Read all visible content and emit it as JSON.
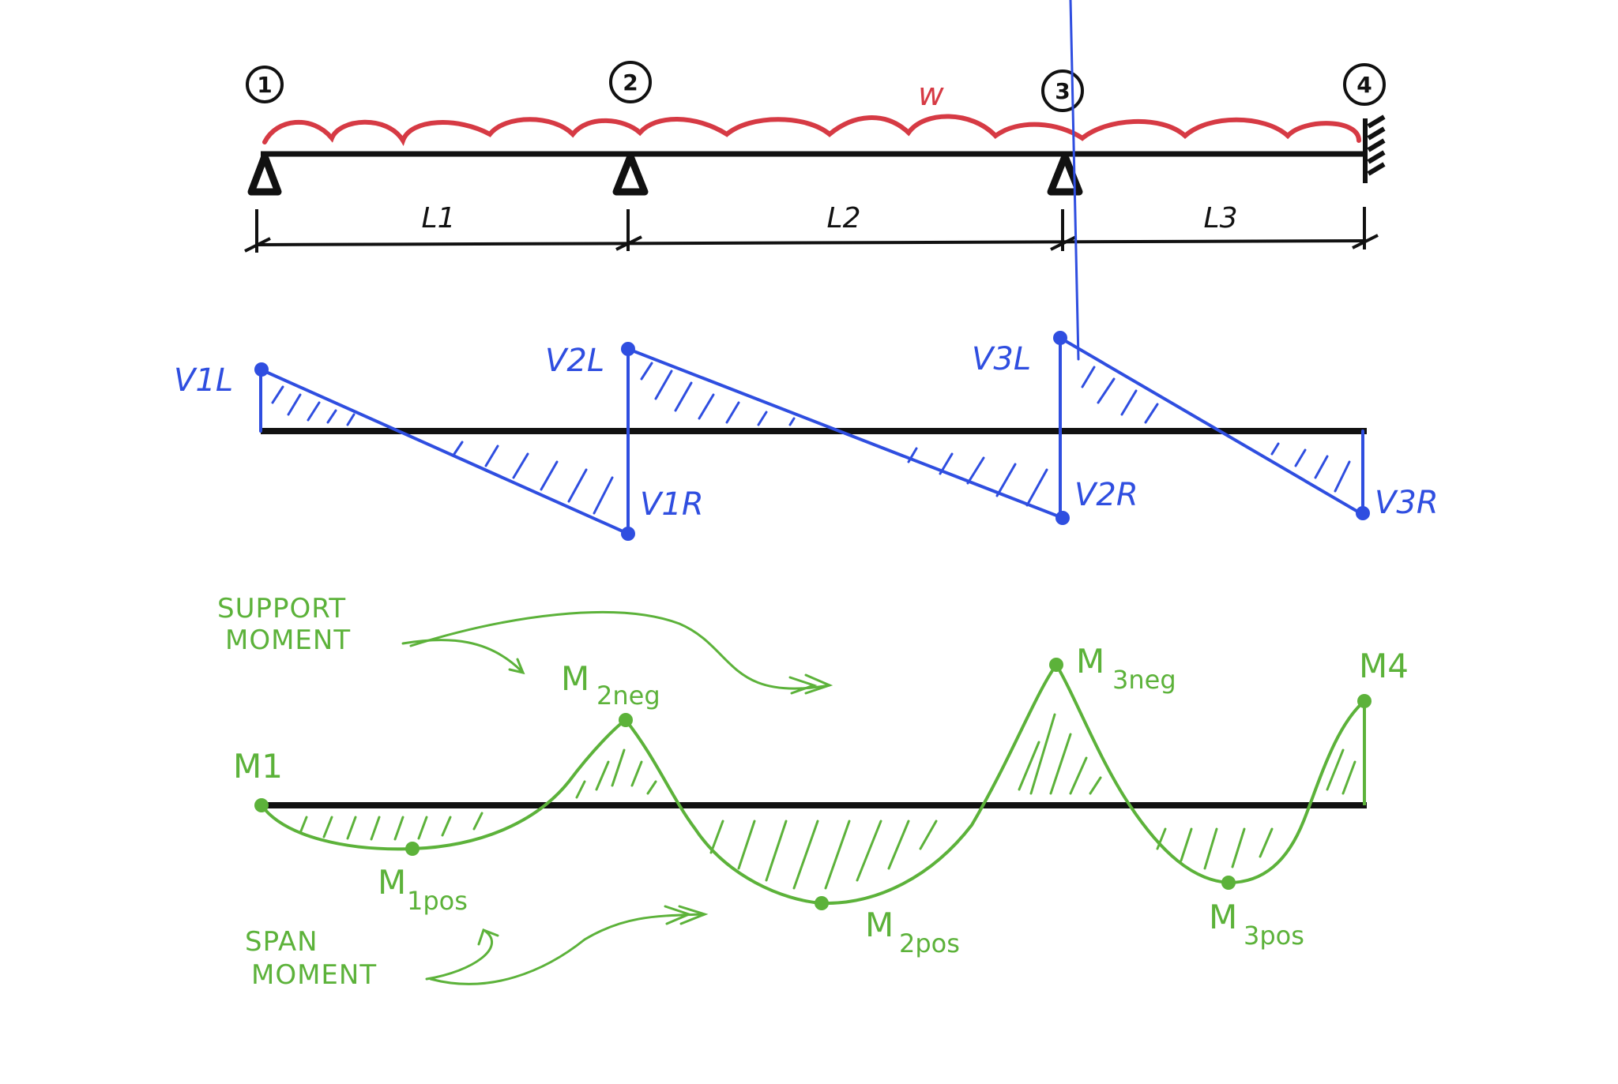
{
  "beam": {
    "nodes": [
      "1",
      "2",
      "3",
      "4"
    ],
    "spans": [
      "L1",
      "L2",
      "L3"
    ],
    "load_label": "w",
    "supports": [
      "pin",
      "pin",
      "pin",
      "fixed"
    ]
  },
  "shear": {
    "labels": {
      "v1l": "V1L",
      "v1r": "V1R",
      "v2l": "V2L",
      "v2r": "V2R",
      "v3l": "V3L",
      "v3r": "V3R"
    }
  },
  "moment": {
    "labels": {
      "m1": "M1",
      "m1pos_main": "M",
      "m1pos_sub": "1pos",
      "m2neg_main": "M",
      "m2neg_sub": "2neg",
      "m2pos_main": "M",
      "m2pos_sub": "2pos",
      "m3neg_main": "M",
      "m3neg_sub": "3neg",
      "m3pos_main": "M",
      "m3pos_sub": "3pos",
      "m4": "M4"
    },
    "notes": {
      "support_line1": "SUPPORT",
      "support_line2": "MOMENT",
      "span_line1": "SPAN",
      "span_line2": "MOMENT"
    }
  },
  "colors": {
    "beam": "#111111",
    "load": "#d63a44",
    "shear": "#2f4ee0",
    "moment": "#5cb23a"
  }
}
